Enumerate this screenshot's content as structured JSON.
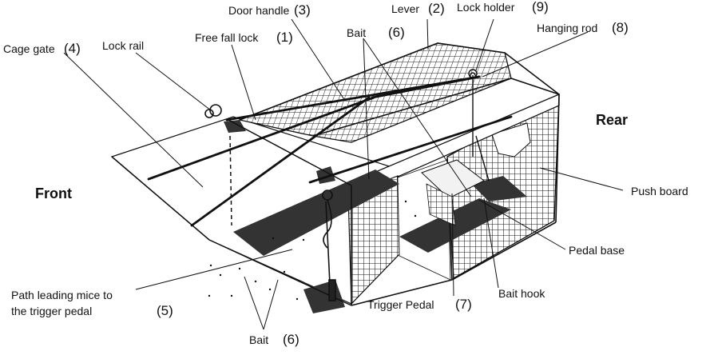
{
  "labels": {
    "door_handle": "Door handle",
    "door_handle_num": "(3)",
    "lever": "Lever",
    "lever_num": "(2)",
    "lock_holder": "Lock holder",
    "lock_holder_num": "(9)",
    "hanging_rod": "Hanging rod",
    "hanging_rod_num": "(8)",
    "cage_gate": "Cage gate",
    "cage_gate_num": "(4)",
    "lock_rail": "Lock rail",
    "free_fall_lock": "Free fall lock",
    "free_fall_lock_num": "(1)",
    "bait_top": "Bait",
    "bait_top_num": "(6)",
    "rear": "Rear",
    "front": "Front",
    "push_board": "Push board",
    "pedal_base": "Pedal base",
    "path_line1": "Path leading mice to",
    "path_line2": "the trigger pedal",
    "path_num": "(5)",
    "trigger_pedal": "Trigger  Pedal",
    "trigger_pedal_num": "(7)",
    "bait_hook": "Bait hook",
    "bait_bottom": "Bait",
    "bait_bottom_num": "(6)"
  },
  "colors": {
    "ink": "#111111",
    "shadow": "#3a3a3a",
    "background": "#ffffff"
  }
}
